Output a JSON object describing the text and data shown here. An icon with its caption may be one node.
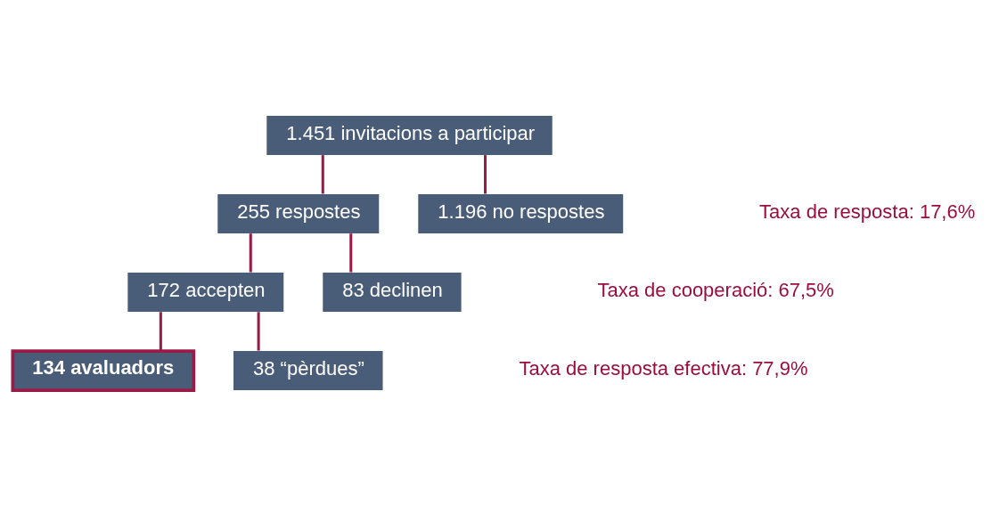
{
  "diagram": {
    "nodes": [
      {
        "text": [
          "1.451 invitacions a participar"
        ]
      },
      {
        "text": [
          "255 respostes"
        ]
      },
      {
        "text": [
          "1.196 no respostes"
        ]
      },
      {
        "text": [
          "172 accepten"
        ]
      },
      {
        "text": [
          "83 declinen"
        ]
      },
      {
        "text": [
          "134 avaluadors"
        ]
      },
      {
        "text": [
          "38 “pèrdues”"
        ]
      }
    ],
    "edges": [
      {
        "from": 0,
        "to": 1,
        "arrow": "none"
      },
      {
        "from": 0,
        "to": 2,
        "arrow": "none"
      },
      {
        "from": 1,
        "to": 3,
        "arrow": "none"
      },
      {
        "from": 1,
        "to": 4,
        "arrow": "none"
      },
      {
        "from": 3,
        "to": 5,
        "arrow": "none"
      },
      {
        "from": 3,
        "to": 6,
        "arrow": "none"
      }
    ],
    "labels": [
      "Taxa de resposta: 17,6%",
      "Taxa de cooperació: 67,5%",
      "Taxa de resposta efectiva: 77,9%"
    ]
  }
}
